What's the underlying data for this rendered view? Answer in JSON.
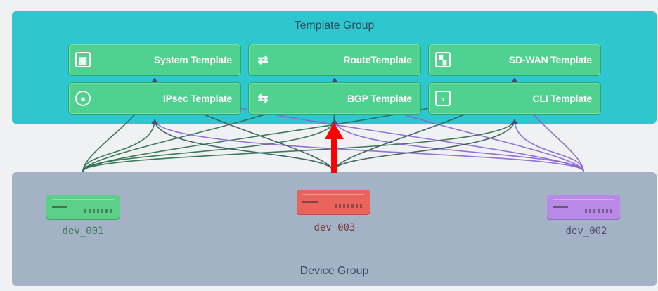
{
  "template_group": {
    "title": "Template Group",
    "templates": [
      {
        "key": "system",
        "label": "System Template",
        "icon": "table-grid-icon"
      },
      {
        "key": "route",
        "label": "RouteTemplate",
        "icon": "shuffle-icon"
      },
      {
        "key": "sdwan",
        "label": "SD-WAN Template",
        "icon": "sdwan-pattern-icon"
      },
      {
        "key": "ipsec",
        "label": "IPsec Template",
        "icon": "vpn-user-icon"
      },
      {
        "key": "bgp",
        "label": "BGP Template",
        "icon": "swap-arrows-icon"
      },
      {
        "key": "cli",
        "label": "CLI Template",
        "icon": "terminal-icon"
      }
    ]
  },
  "device_group": {
    "title": "Device Group",
    "devices": [
      {
        "key": "dev_001",
        "name": "dev_001",
        "color": "#5ccf88",
        "label_color": "#3a7a55"
      },
      {
        "key": "dev_003",
        "name": "dev_003",
        "color": "#e8645c",
        "label_color": "#7a3a36"
      },
      {
        "key": "dev_002",
        "name": "dev_002",
        "color": "#b889e6",
        "label_color": "#4f4a70"
      }
    ]
  },
  "colors": {
    "link_dev_001": "#2a6b4a",
    "link_dev_002": "#8a62d6",
    "link_dev_003": "#2e5a55",
    "highlight_arrow": "#ff0000"
  }
}
